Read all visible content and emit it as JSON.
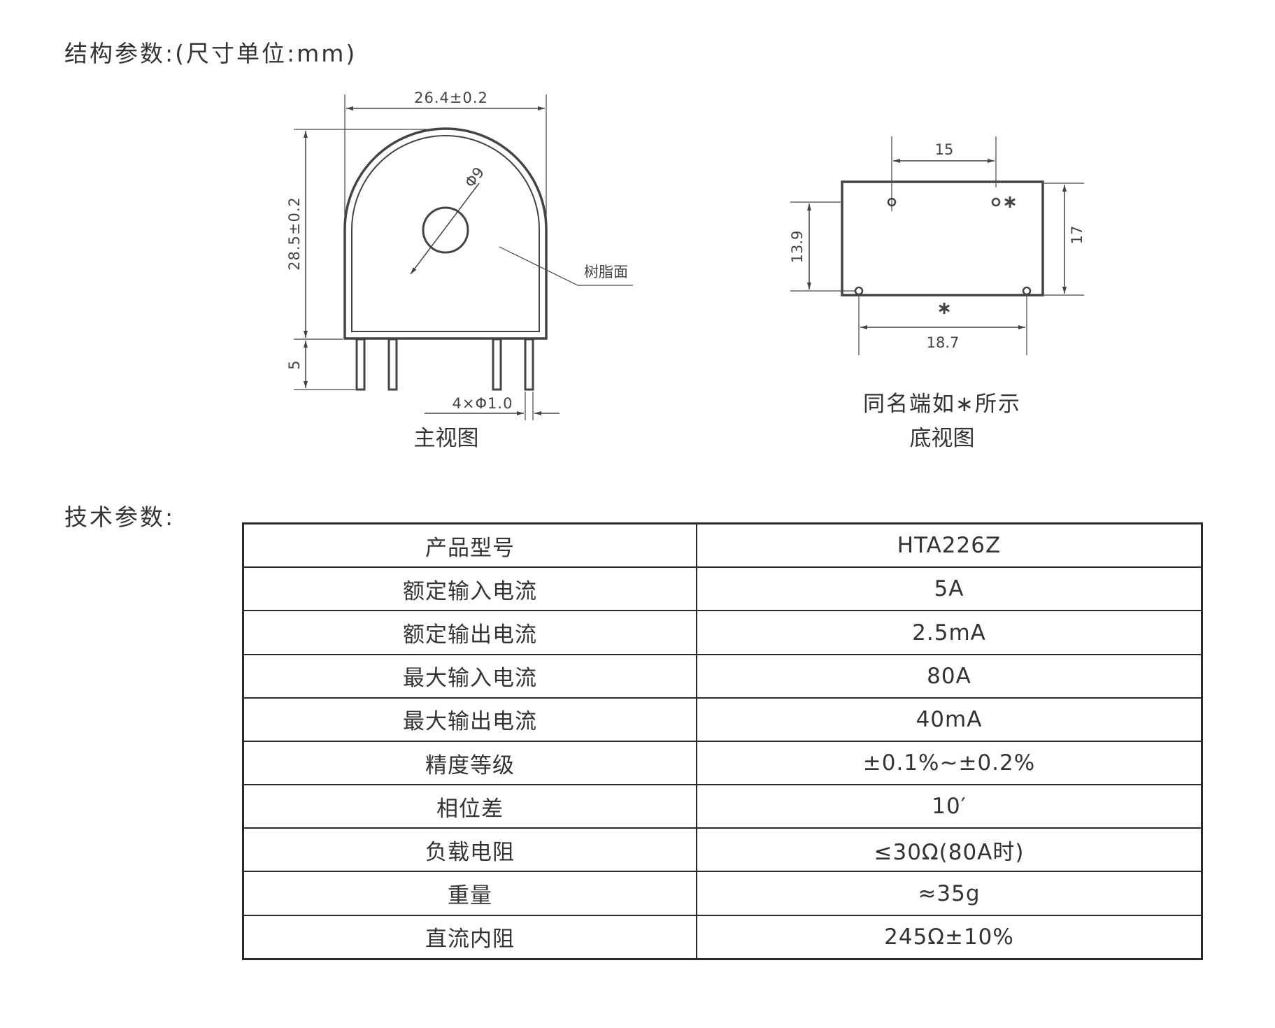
{
  "structure_title": "结构参数:(尺寸单位:mm)",
  "front_view": {
    "caption": "主视图",
    "width_dim": "26.4±0.2",
    "height_dim": "28.5±0.2",
    "pin_length_dim": "5",
    "hole_dim": "Φ9",
    "pin_dim": "4×Φ1.0",
    "resin_label": "树脂面"
  },
  "bottom_view": {
    "caption": "底视图",
    "note": "同名端如∗所示",
    "top_pin_spacing": "15",
    "bottom_pin_spacing": "18.7",
    "pin_row_spacing": "13.9",
    "body_depth": "17",
    "marker": "∗"
  },
  "tech_title": "技术参数:",
  "specs": [
    {
      "label": "产品型号",
      "value": "HTA226Z"
    },
    {
      "label": "额定输入电流",
      "value": "5A"
    },
    {
      "label": "额定输出电流",
      "value": "2.5mA"
    },
    {
      "label": "最大输入电流",
      "value": "80A"
    },
    {
      "label": "最大输出电流",
      "value": "40mA"
    },
    {
      "label": "精度等级",
      "value": "±0.1%~±0.2%"
    },
    {
      "label": "相位差",
      "value": "10′"
    },
    {
      "label": "负载电阻",
      "value": "≤30Ω(80A时)"
    },
    {
      "label": "重量",
      "value": "≈35g"
    },
    {
      "label": "直流内阻",
      "value": "245Ω±10%"
    }
  ]
}
